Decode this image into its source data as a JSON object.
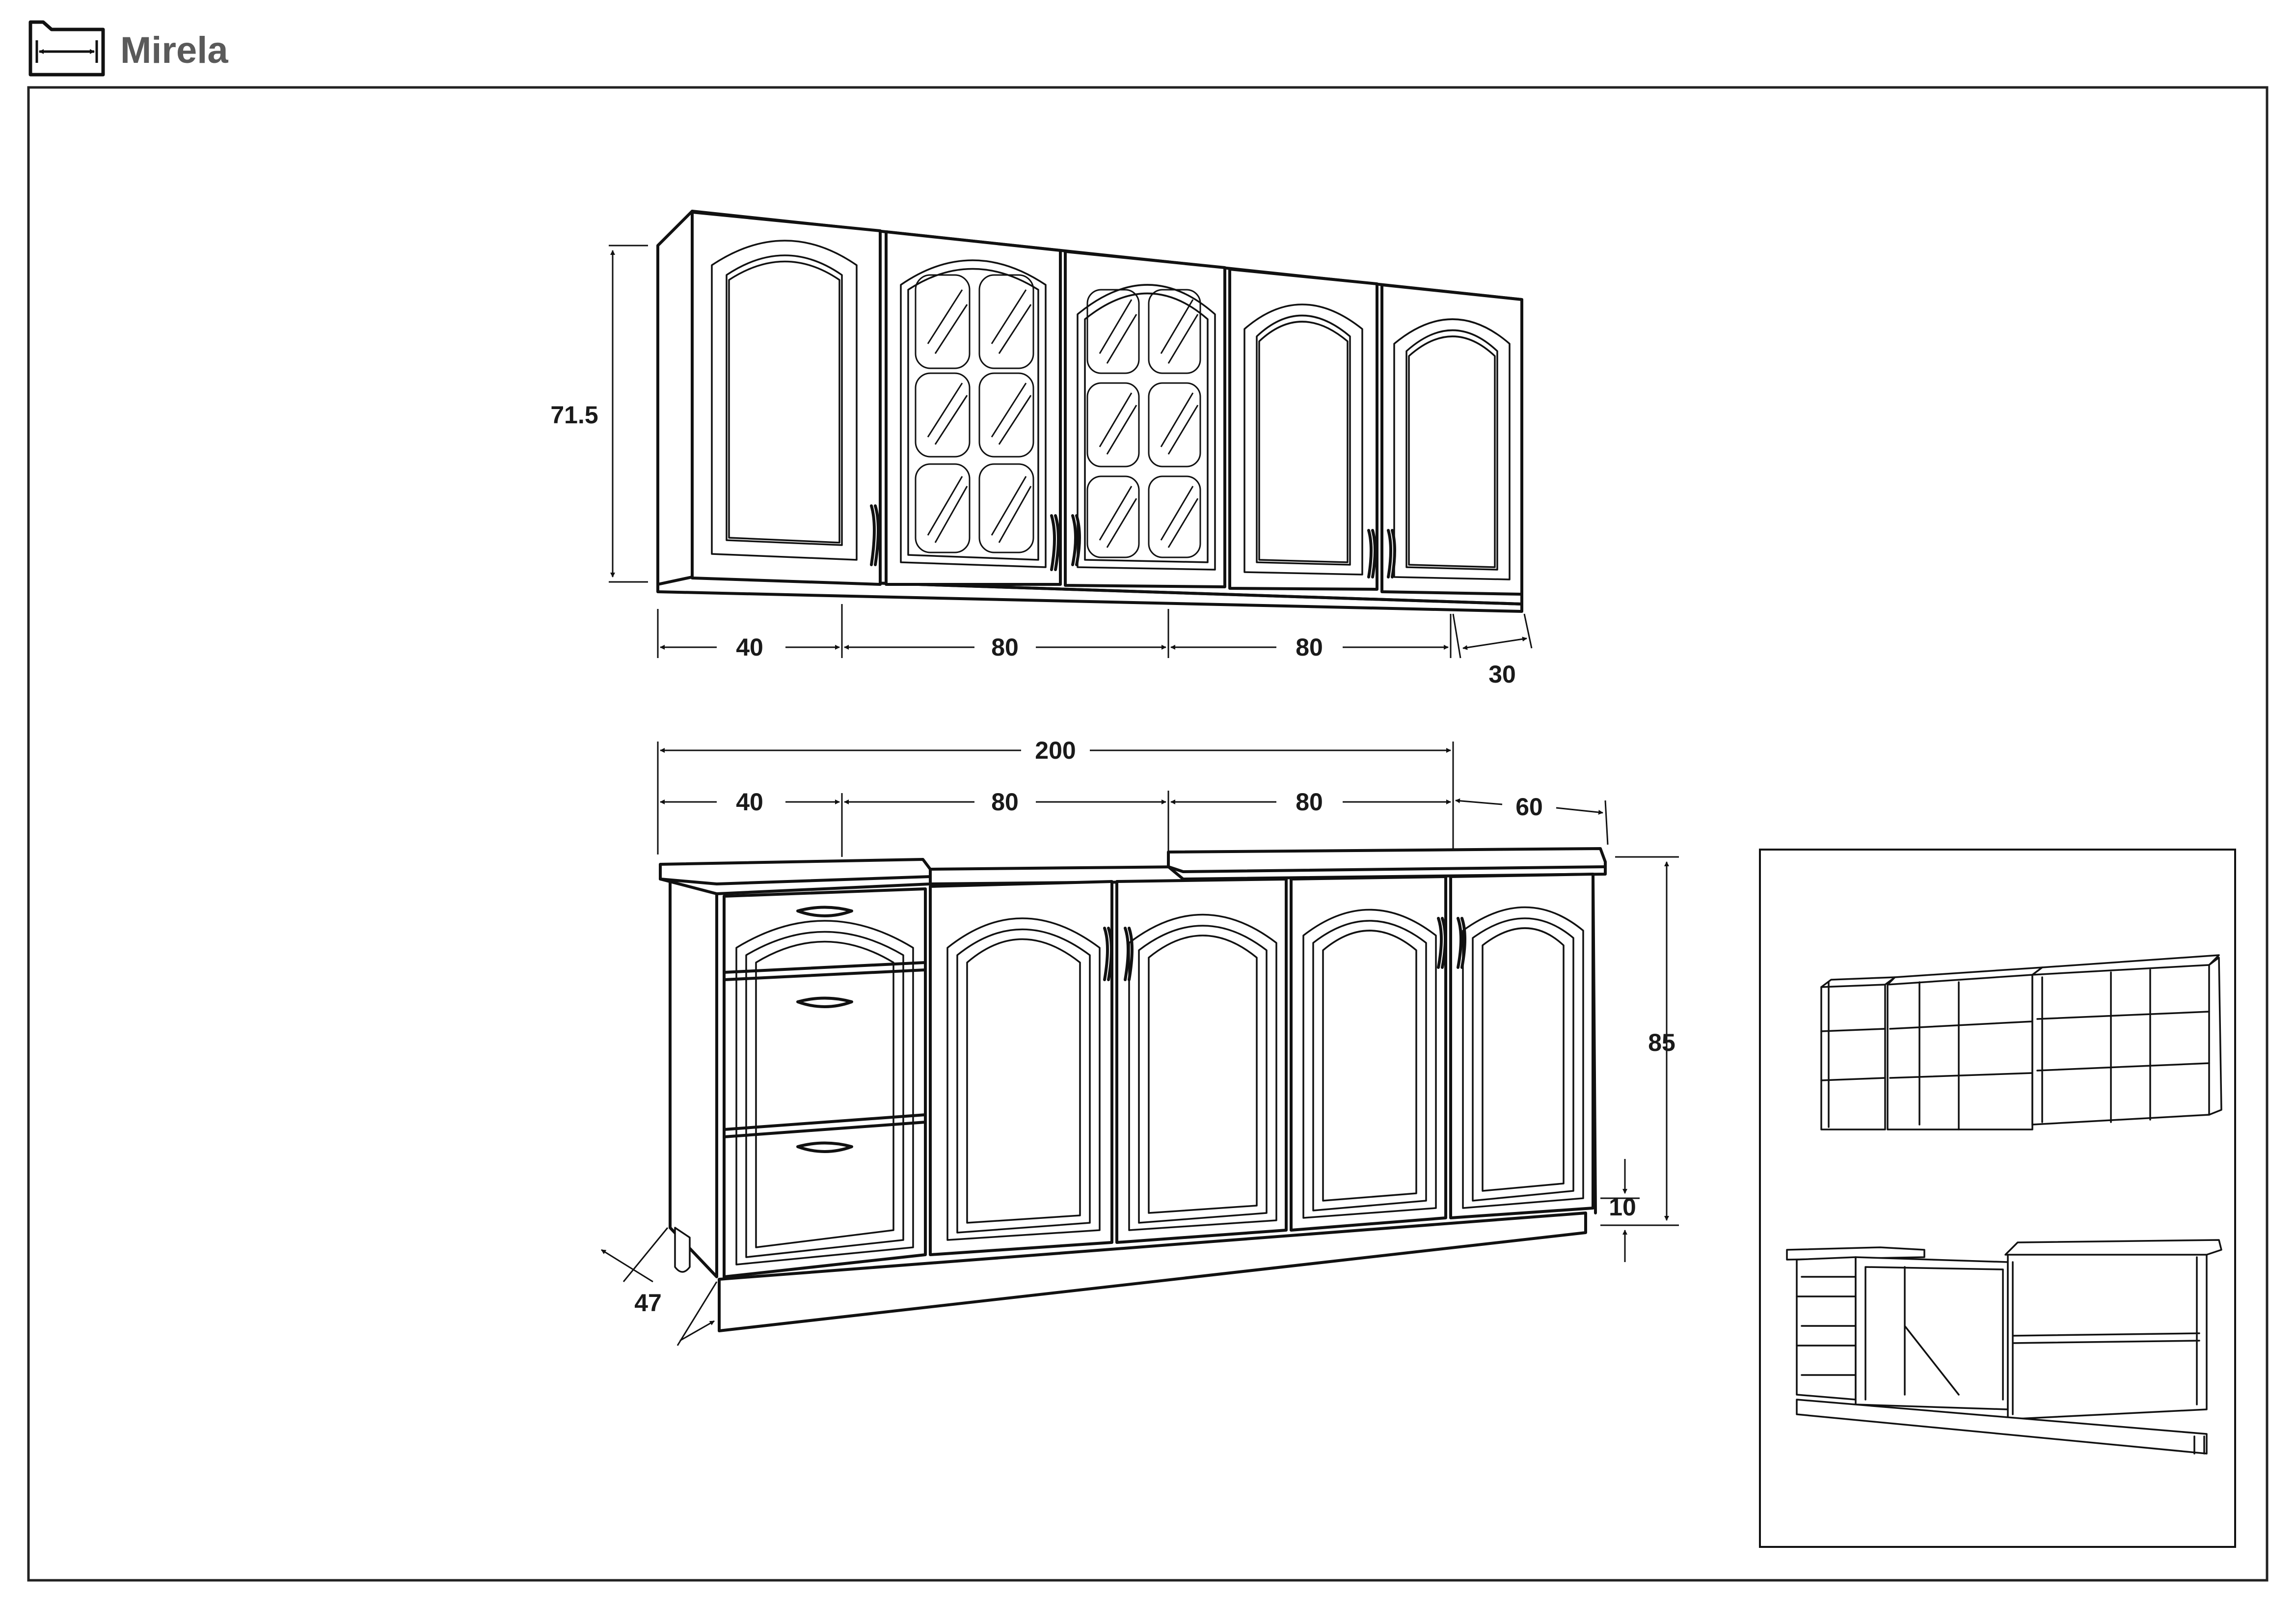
{
  "header": {
    "title": "Mirela",
    "icon": "width-dimension-icon"
  },
  "dimensions": {
    "upper_height": "71.5",
    "upper_widths": [
      "40",
      "80",
      "80"
    ],
    "upper_depth": "30",
    "lower_total_width": "200",
    "lower_widths": [
      "40",
      "80",
      "80"
    ],
    "lower_depth_right": "60",
    "lower_height": "85",
    "plinth_height": "10",
    "lower_depth_left": "47"
  },
  "colors": {
    "line": "#111111",
    "title": "#5a5a5a",
    "background": "#ffffff"
  }
}
